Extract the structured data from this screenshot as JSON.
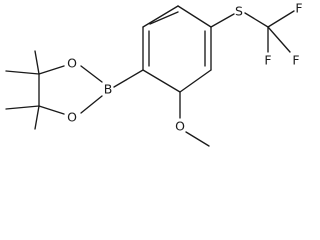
{
  "structure": {
    "atoms": {
      "boron": "B",
      "ring_oxygen_top": "O",
      "ring_oxygen_bottom": "O",
      "methoxy_oxygen": "O",
      "sulfur": "S",
      "fluorine_top": "F",
      "fluorine_left": "F",
      "fluorine_right": "F"
    }
  }
}
